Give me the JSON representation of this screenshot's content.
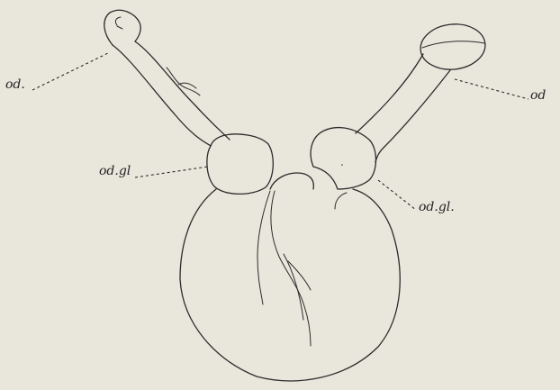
{
  "labels": {
    "od_left": "od.",
    "od_right": "od",
    "odgl_left": "od.gl",
    "odgl_right": "od.gl."
  },
  "colors": {
    "background": "#e9e7dc",
    "ink": "#2b2b2b"
  }
}
